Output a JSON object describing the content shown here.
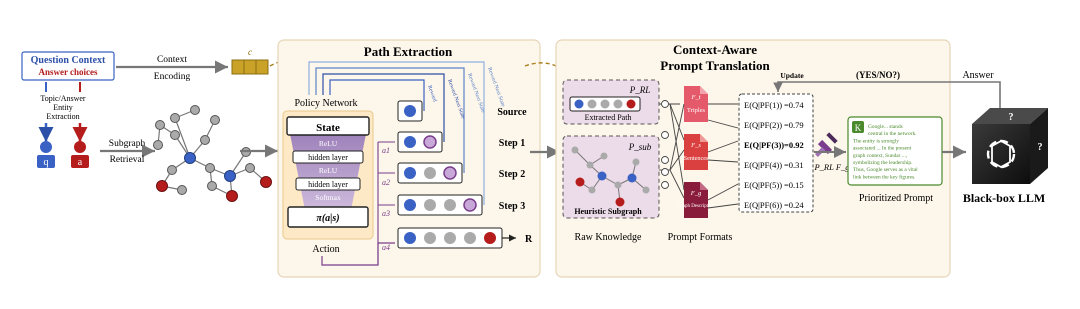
{
  "left": {
    "question_context": "Question Context",
    "answer_choices": "Answer choices",
    "topic_line1": "Topic/Answer",
    "topic_line2": "Entity",
    "topic_line3": "Extraction",
    "q_label": "q",
    "a_label": "a",
    "subgraph_line1": "Subgraph",
    "subgraph_line2": "Retrieval",
    "context_line1": "Context",
    "context_line2": "Encoding",
    "c_label": "c"
  },
  "path_extraction": {
    "title": "Path Extraction",
    "policy_network": "Policy Network",
    "state": "State",
    "relu": "ReLU",
    "hidden_layer": "hidden layer",
    "softmax": "Softmax",
    "policy": "π(a|s)",
    "action": "Action",
    "source": "Source",
    "steps": [
      "Step 1",
      "Step 2",
      "Step 3"
    ],
    "actions": [
      "a1",
      "a2",
      "a3",
      "a4"
    ],
    "r_label": "R",
    "reward_labels": [
      "Reward",
      "Reward Next State",
      "Reward Next State",
      "Reward Next State"
    ]
  },
  "translation": {
    "title_line1": "Context-Aware",
    "title_line2": "Prompt Translation",
    "p_rl": "P_RL",
    "extracted_path": "Extracted Path",
    "p_sub": "P_sub",
    "heuristic_subgraph": "Heuristic Subgraph",
    "raw_knowledge": "Raw Knowledge",
    "prompt_formats": "Prompt Formats",
    "formats": [
      {
        "symbol": "F_t",
        "label": "Triples"
      },
      {
        "symbol": "F_s",
        "label": "Sentences"
      },
      {
        "symbol": "F_g",
        "label": "Graph Description"
      }
    ],
    "scores": [
      {
        "expr": "E(Q|PF(1))",
        "value": "=0.74",
        "bold": false
      },
      {
        "expr": "E(Q|PF(2))",
        "value": "=0.79",
        "bold": false
      },
      {
        "expr": "E(Q|PF(3))",
        "value": "=0.92",
        "bold": true
      },
      {
        "expr": "E(Q|PF(4))",
        "value": "=0.31",
        "bold": false
      },
      {
        "expr": "E(Q|PF(5))",
        "value": "=0.15",
        "bold": false
      },
      {
        "expr": "E(Q|PF(6))",
        "value": "=0.24",
        "bold": false
      }
    ],
    "pf_label": "P_RL F_g",
    "prioritized_prompt": "Prioritized Prompt",
    "prompt_text": [
      "Google... stands",
      "central in the network.",
      "The entity is strongly",
      "associated ... In the present",
      "graph context, Sundar ...,",
      "symbolizing the leadership.",
      "Thus, Google serves as a vital",
      "link between the key figures."
    ],
    "k_badge": "K"
  },
  "right": {
    "update": "Update",
    "yes_no": "(YES/NO?)",
    "answer": "Answer",
    "llm": "Black-box LLM"
  },
  "colors": {
    "blue_node": "#3a62c4",
    "red_node": "#b51d1d",
    "purple": "#7a3e8c",
    "panel_bg": "#fdf6ea",
    "panel_border": "#e6d5b8",
    "prompt_green": "#4a8a2c",
    "arrow_gray": "#777777"
  }
}
